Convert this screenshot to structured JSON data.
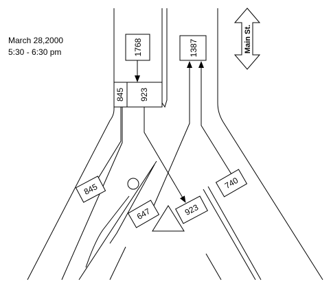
{
  "header": {
    "date": "March 28,2000",
    "time": "5:30 - 6:30 pm"
  },
  "street_label": "Main St.",
  "volumes": {
    "southbound_approach": "1768",
    "northbound_departure": "1387",
    "left_lane": "845",
    "right_lane": "923",
    "left_turn_out": "845",
    "ramp_in": "647",
    "through_out": "923",
    "right_in": "740"
  }
}
